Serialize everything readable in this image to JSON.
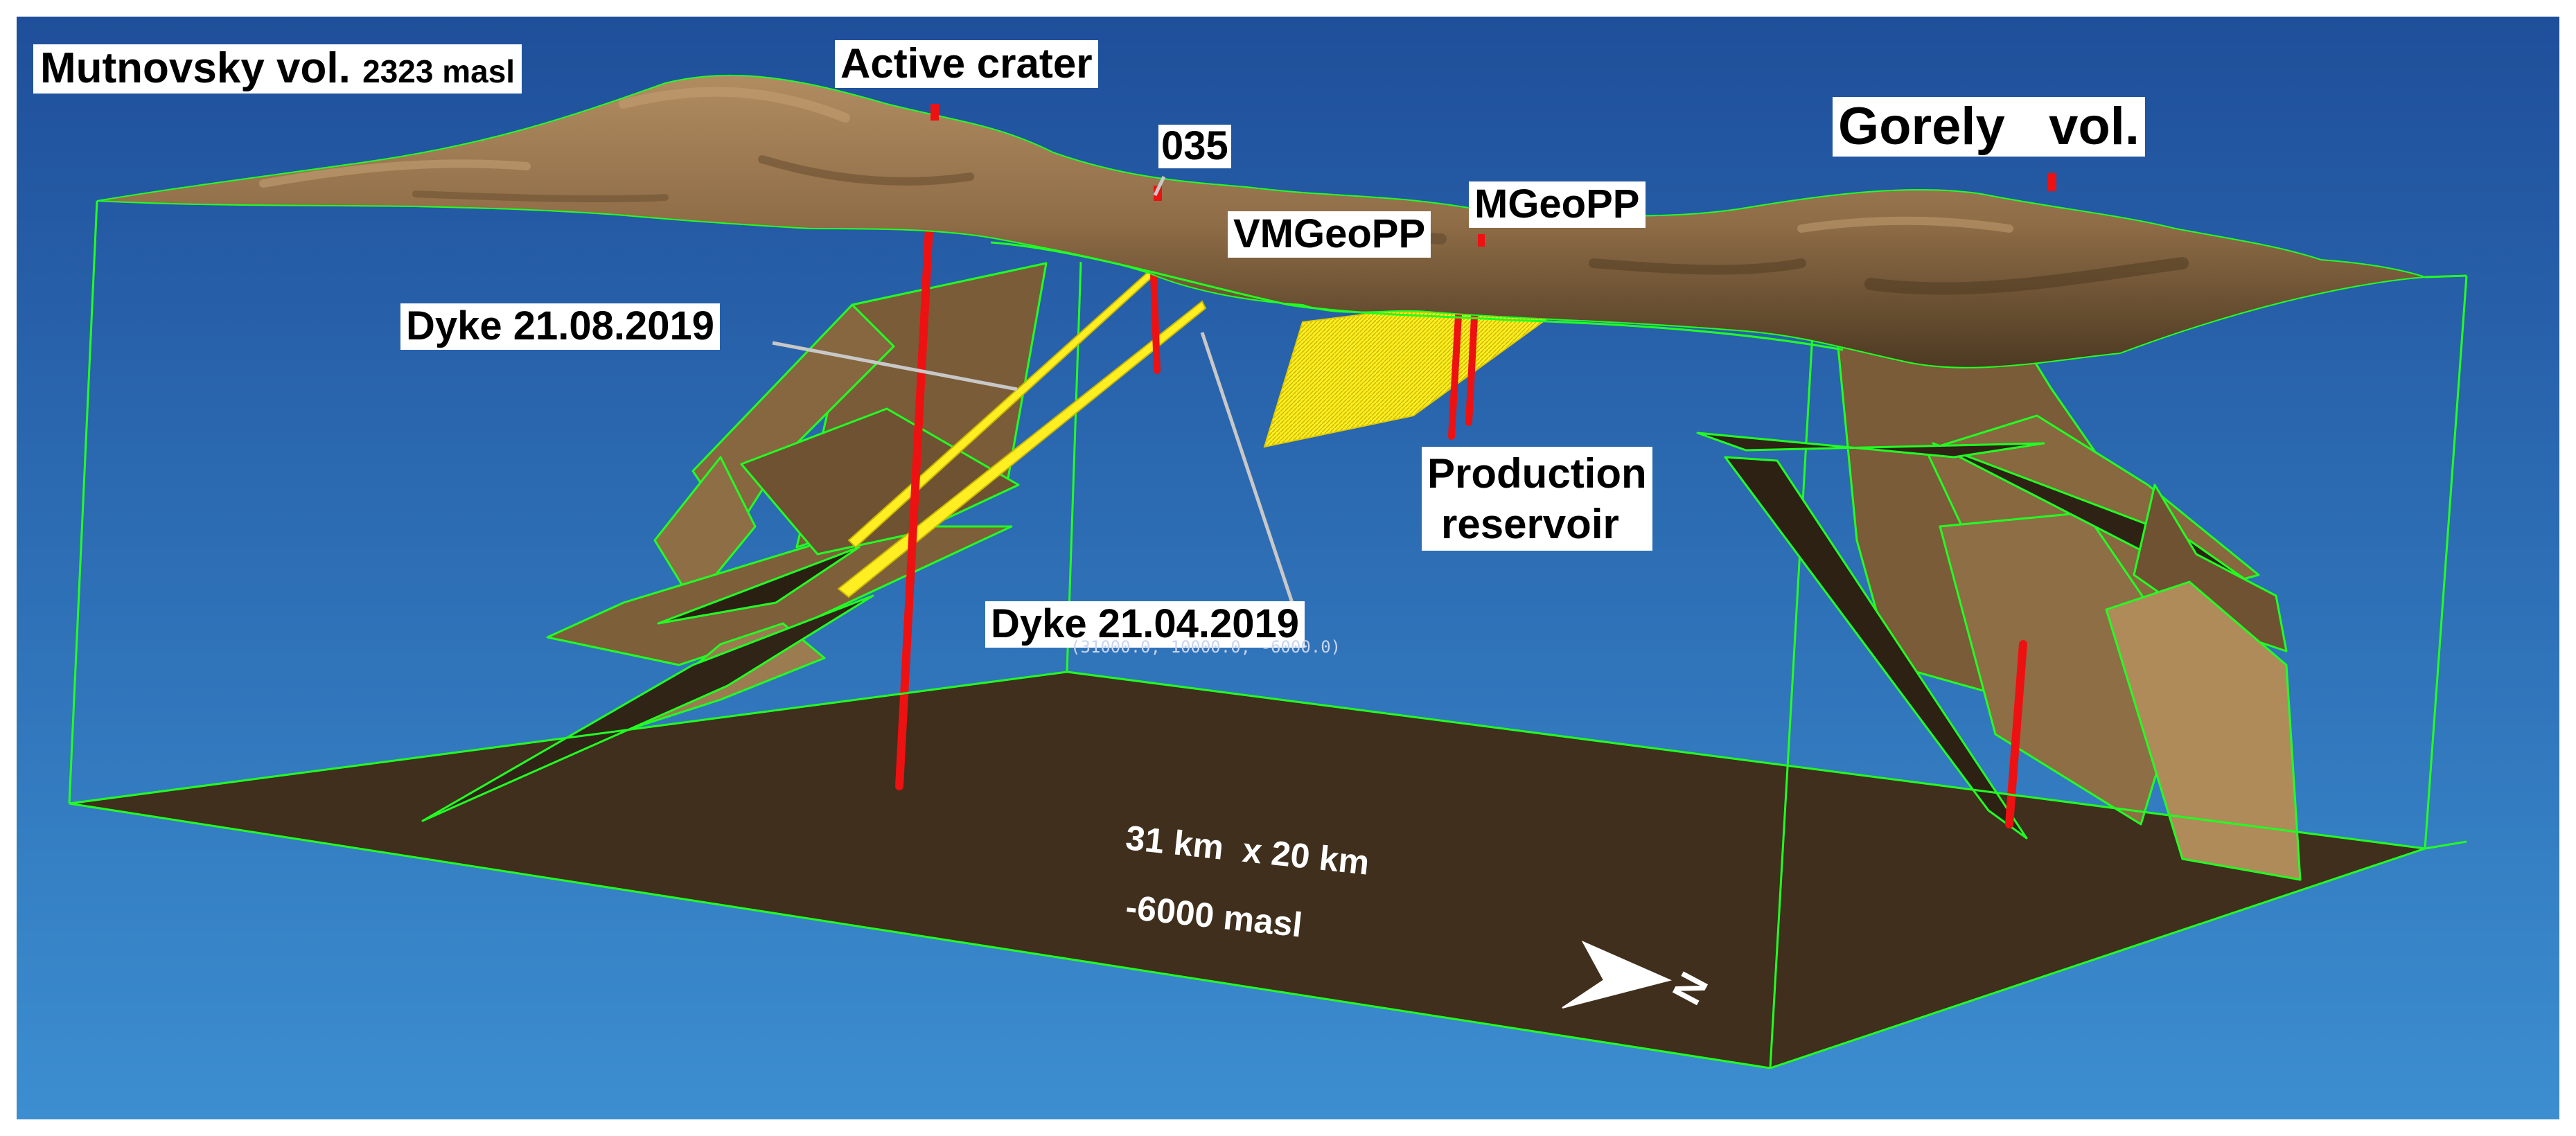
{
  "labels": {
    "mutnovsky_name": "Mutnovsky vol.",
    "mutnovsky_elev": "2323 masl",
    "active_crater": "Active crater",
    "well_035": "035",
    "mgeopp": "MGeoPP",
    "vmgeopp": "VMGeoPP",
    "gorely": "Gorely   vol.",
    "dyke_aug": "Dyke 21.08.2019",
    "dyke_apr": "Dyke 21.04.2019",
    "production_1": "Production",
    "production_2": "reservoir",
    "area": "31 km  x 20 km",
    "depth": "-6000 masl",
    "north": "N",
    "coord_readout": "(31000.0, 10000.0, -6000.0)"
  },
  "colors": {
    "sky_top": "#1f4f9a",
    "sky_bottom": "#3c8ed0",
    "terrain": "#8f6d47",
    "terrain_light": "#b18c61",
    "floor": "#3f2f1c",
    "fault_plane": "#7a5c38",
    "fault_light": "#b08b5a",
    "box_edge": "#22ff22",
    "dyke": "#ffee22",
    "well": "#ee1111",
    "leader": "#c8c8c8"
  },
  "icons": {
    "north_arrow": "north-arrow-icon"
  }
}
